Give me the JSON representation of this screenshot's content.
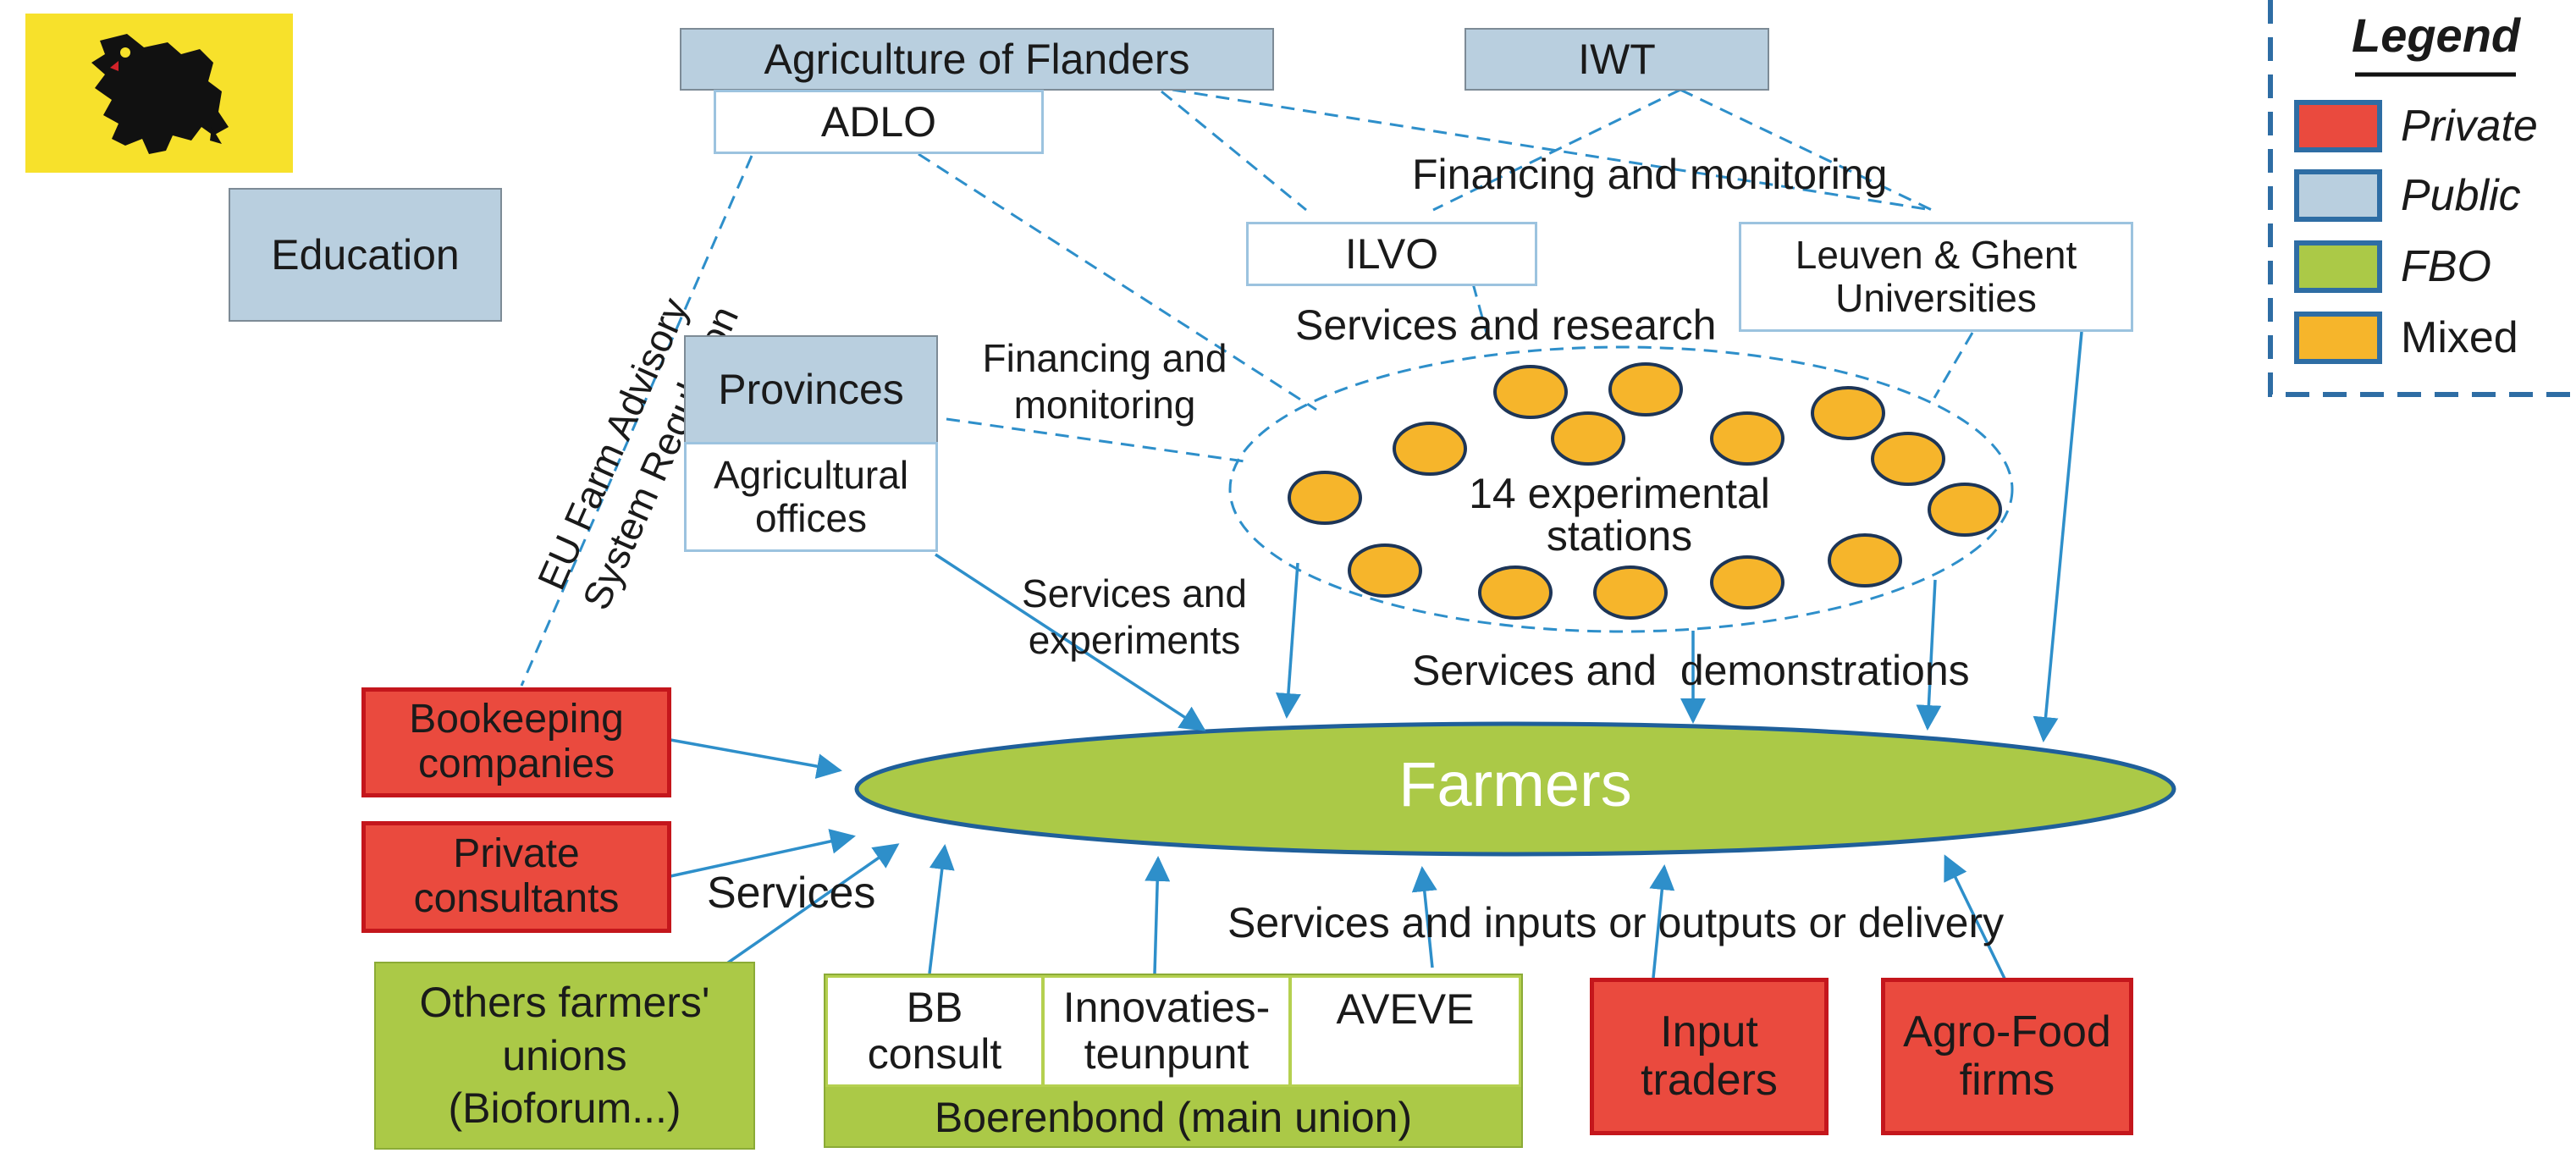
{
  "colors": {
    "private": "#ea4a3e",
    "public": "#b9cfdf",
    "fbo": "#abc947",
    "mixed": "#f6b52b",
    "connector": "#2e8fca",
    "flag": "#f7e12b"
  },
  "flag": {
    "icon": "flanders-lion-flag"
  },
  "nodes": {
    "agriculture_flanders": "Agriculture of Flanders",
    "adlo": "ADLO",
    "iwt": "IWT",
    "education": "Education",
    "ilvo": "ILVO",
    "universities": [
      "Leuven & Ghent",
      "Universities"
    ],
    "provinces": "Provinces",
    "agricultural_offices": [
      "Agricultural",
      "offices"
    ],
    "stations": [
      "14 experimental",
      "stations"
    ],
    "farmers": "Farmers",
    "bookkeeping": [
      "Bookeeping",
      "companies"
    ],
    "private_consultants": [
      "Private",
      "consultants"
    ],
    "other_unions": [
      "Others farmers'",
      "unions",
      "(Bioforum...)"
    ],
    "bb_consult": [
      "BB",
      "consult"
    ],
    "innovatiesteunpunt": [
      "Innovaties-",
      "teunpunt"
    ],
    "aveve": "AVEVE",
    "boerenbond": "Boerenbond (main union)",
    "input_traders": [
      "Input",
      "traders"
    ],
    "agrofood": [
      "Agro-Food",
      "firms"
    ]
  },
  "edge_labels": {
    "financing_top": "Financing and monitoring",
    "financing_provinces": [
      "Financing and",
      "monitoring"
    ],
    "services_research": "Services and research",
    "services_experiments": [
      "Services and",
      "experiments"
    ],
    "services_demonstrations": "Services and  demonstrations",
    "services": "Services",
    "services_inputs": "Services and inputs or outputs or delivery",
    "eu_regulation": [
      "EU Farm Advisory",
      "System Regulation"
    ]
  },
  "legend": {
    "title": "Legend",
    "items": [
      {
        "label": "Private",
        "color": "#ea4a3e",
        "italic": true
      },
      {
        "label": "Public",
        "color": "#b9cfdf",
        "italic": true
      },
      {
        "label": "FBO",
        "color": "#abc947",
        "italic": true
      },
      {
        "label": "Mixed",
        "color": "#f6b52b",
        "italic": false
      }
    ]
  }
}
